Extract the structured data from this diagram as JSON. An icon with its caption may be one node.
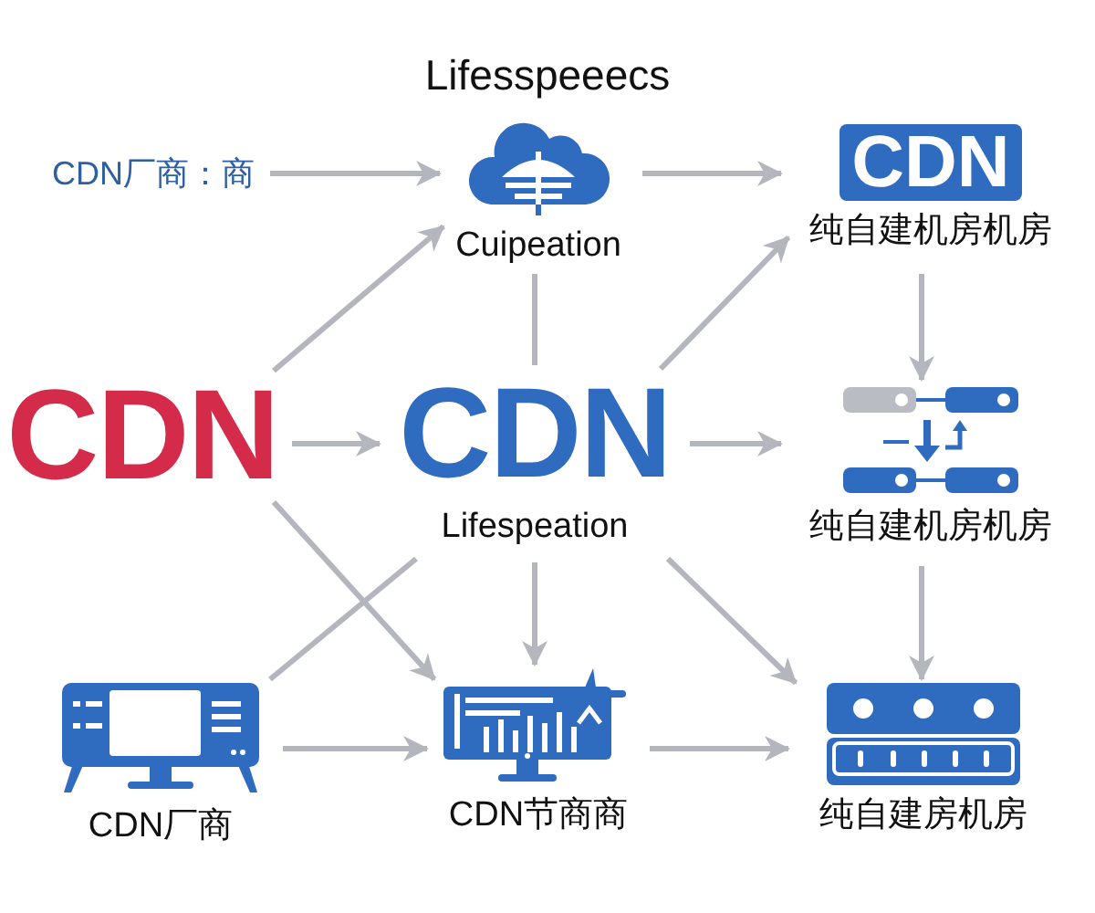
{
  "diagram": {
    "title": "Lifesspeeecs",
    "nodes": [
      {
        "text": [
          "CDN厂商：商"
        ]
      },
      {
        "text": [
          "Cuipeation"
        ]
      },
      {
        "text": [
          "CDN",
          "纯自建机房机房"
        ]
      },
      {
        "text": [
          "CDN"
        ]
      },
      {
        "text": [
          "CDN",
          "Lifespeation"
        ]
      },
      {
        "text": [
          "纯自建机房机房"
        ]
      },
      {
        "text": [
          "CDN厂商"
        ]
      },
      {
        "text": [
          "CDN节商商"
        ]
      },
      {
        "text": [
          "纯自建房机房"
        ]
      }
    ],
    "edges": [
      {
        "from": 0,
        "to": 1,
        "arrow": "to"
      },
      {
        "from": 1,
        "to": 2,
        "arrow": "to"
      },
      {
        "from": 3,
        "to": 1,
        "arrow": "to"
      },
      {
        "from": 1,
        "to": 4,
        "arrow": "none"
      },
      {
        "from": 4,
        "to": 2,
        "arrow": "to"
      },
      {
        "from": 2,
        "to": 5,
        "arrow": "to"
      },
      {
        "from": 3,
        "to": 4,
        "arrow": "to"
      },
      {
        "from": 4,
        "to": 5,
        "arrow": "to"
      },
      {
        "from": 5,
        "to": 8,
        "arrow": "to"
      },
      {
        "from": 3,
        "to": 7,
        "arrow": "to"
      },
      {
        "from": 6,
        "to": 4,
        "arrow": "none"
      },
      {
        "from": 4,
        "to": 7,
        "arrow": "to"
      },
      {
        "from": 4,
        "to": 8,
        "arrow": "to"
      },
      {
        "from": 6,
        "to": 7,
        "arrow": "to"
      },
      {
        "from": 7,
        "to": 8,
        "arrow": "to"
      }
    ]
  }
}
